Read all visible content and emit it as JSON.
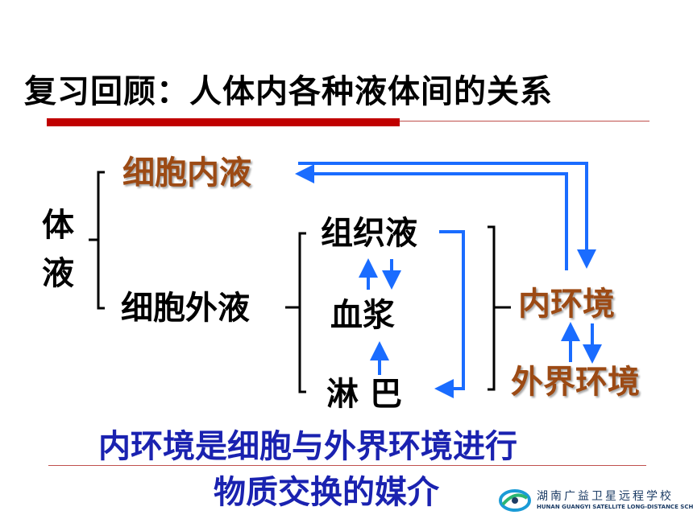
{
  "title": "复习回顾：人体内各种液体间的关系",
  "nodes": {
    "body_fluid_1": "体",
    "body_fluid_2": "液",
    "intracellular": "细胞内液",
    "extracellular": "细胞外液",
    "tissue_fluid": "组织液",
    "plasma": "血浆",
    "lymph": "淋巴",
    "internal_env": "内环境",
    "external_env": "外界环境"
  },
  "conclusion": {
    "line1": "内环境是细胞与外界环境进行",
    "line2": "物质交换的媒介"
  },
  "logo": {
    "chinese": "湖南广益卫星远程学校",
    "english": "HUNAN GUANGYI SATELLITE LONG-DISTANCE SCHOOL"
  },
  "colors": {
    "title_bar": "#c00000",
    "brown_text": "#9c4a14",
    "arrow_blue": "#1a6cff",
    "conclusion_blue": "#1a22b0"
  }
}
